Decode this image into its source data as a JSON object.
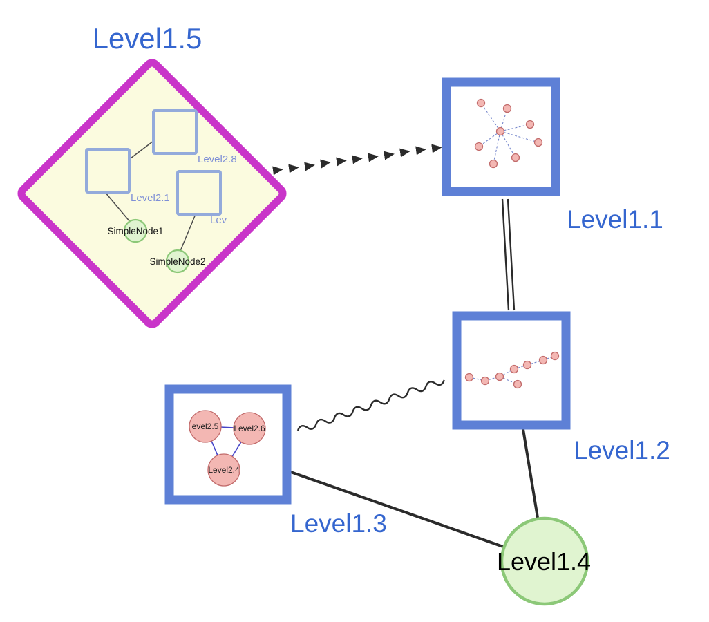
{
  "graph": {
    "level1_5": {
      "label": "Level1.5",
      "shape": "diamond",
      "children": {
        "level2_8": {
          "label": "Level2.8"
        },
        "level2_1": {
          "label": "Level2.1"
        },
        "level2_partial": {
          "label": "Lev"
        },
        "simple_node1": {
          "label": "SimpleNode1"
        },
        "simple_node2": {
          "label": "SimpleNode2"
        }
      }
    },
    "level1_1": {
      "label": "Level1.1",
      "shape": "square-group"
    },
    "level1_2": {
      "label": "Level1.2",
      "shape": "square-group"
    },
    "level1_3": {
      "label": "Level1.3",
      "shape": "square-group",
      "children": {
        "level2_5": {
          "label": "evel2.5"
        },
        "level2_6": {
          "label": "Level2.6"
        },
        "level2_4": {
          "label": "Level2.4"
        }
      }
    },
    "level1_4": {
      "label": "Level1.4",
      "shape": "circle"
    }
  },
  "edges": [
    {
      "from": "level1_5",
      "to": "level1_1",
      "style": "dashed-arrow-chain"
    },
    {
      "from": "level1_1",
      "to": "level1_2",
      "style": "double-line"
    },
    {
      "from": "level1_3",
      "to": "level1_2",
      "style": "wavy"
    },
    {
      "from": "level1_3",
      "to": "level1_4",
      "style": "solid-thick"
    },
    {
      "from": "level1_2",
      "to": "level1_4",
      "style": "solid-thick"
    }
  ],
  "colors": {
    "background": "#ffffff",
    "label_blue": "#3566cf",
    "inner_label_blue": "#7e8fd6",
    "diamond_border": "#c935c9",
    "diamond_fill": "#fbfbdf",
    "inner_square_border": "#93aadb",
    "group_border": "#5e80d6",
    "group_fill": "#ffffff",
    "pink_fill": "#f3b7b3",
    "pink_border": "#c26b6b",
    "green_fill": "#e0f4d0",
    "green_border": "#8cc878",
    "edge_dark": "#2b2b2b",
    "mini_edge_blue": "#7788cc",
    "triangle_edge_blue": "#4545c8"
  }
}
